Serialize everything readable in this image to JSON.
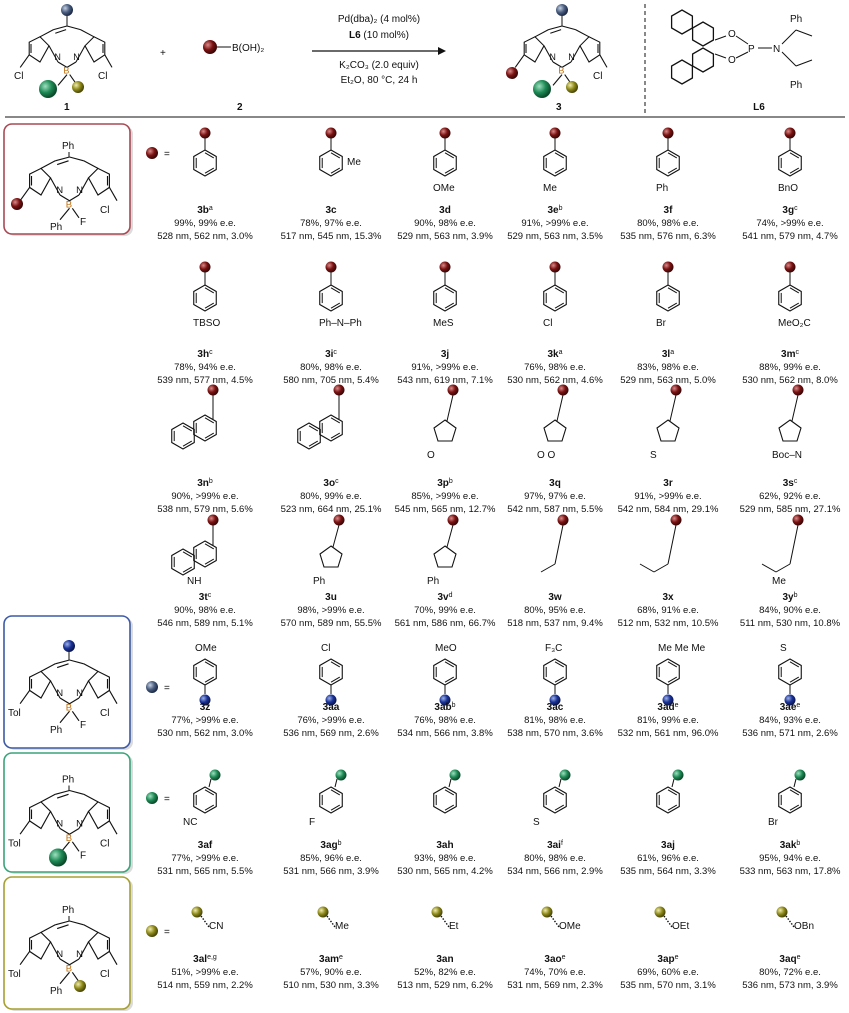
{
  "colors": {
    "ball_red": "#7a1212",
    "ball_blue": "#1a3399",
    "ball_green": "#1e8a55",
    "ball_olive": "#8e8a1a",
    "frame_red": "#a84a55",
    "frame_blue": "#3d5aa8",
    "frame_green": "#3aa37a",
    "frame_olive": "#a6a030"
  },
  "scheme": {
    "reagent_top": "Pd(dba)₂ (4 mol%)",
    "reagent_bold": "L6",
    "reagent_bold_after": " (10 mol%)",
    "cond1": "K₂CO₃ (2.0 equiv)",
    "cond2": "Et₂O, 80 °C, 24 h",
    "boronic": "B(OH)₂",
    "plus": "+",
    "lab1": "1",
    "lab2": "2",
    "lab3": "3",
    "labL6": "L6",
    "cl": "Cl",
    "b": "B",
    "n": "N",
    "o": "O",
    "p": "P",
    "ph": "Ph"
  },
  "equals": "=",
  "panel_labels": {
    "ph": "Ph",
    "f": "F",
    "cl": "Cl",
    "tol": "Tol",
    "b": "B",
    "n": "N"
  },
  "rows": [
    {
      "items": [
        {
          "id": "3b",
          "sup": "a",
          "sub": "",
          "line1": "99%, 99% e.e.",
          "line2": "528 nm, 562 nm, 3.0%"
        },
        {
          "id": "3c",
          "sup": "",
          "sub": "Me",
          "line1": "78%, 97% e.e.",
          "line2": "517 nm, 545 nm, 15.3%"
        },
        {
          "id": "3d",
          "sup": "",
          "sub": "OMe",
          "line1": "90%, 98% e.e.",
          "line2": "529 nm, 563 nm, 3.9%"
        },
        {
          "id": "3e",
          "sup": "b",
          "sub": "Me",
          "line1": "91%, >99% e.e.",
          "line2": "529 nm, 563 nm, 3.5%"
        },
        {
          "id": "3f",
          "sup": "",
          "sub": "Ph",
          "line1": "80%, 98% e.e.",
          "line2": "535 nm, 576 nm, 6.3%"
        },
        {
          "id": "3g",
          "sup": "c",
          "sub": "BnO",
          "line1": "74%, >99% e.e.",
          "line2": "541 nm, 579 nm, 4.7%"
        }
      ]
    },
    {
      "items": [
        {
          "id": "3h",
          "sup": "c",
          "sub": "TBSO",
          "line1": "78%, 94% e.e.",
          "line2": "539 nm, 577 nm, 4.5%"
        },
        {
          "id": "3i",
          "sup": "c",
          "sub": "Ph–N–Ph",
          "line1": "80%, 98% e.e.",
          "line2": "580 nm, 705 nm, 5.4%"
        },
        {
          "id": "3j",
          "sup": "",
          "sub": "MeS",
          "line1": "91%, >99% e.e.",
          "line2": "543 nm, 619 nm, 7.1%"
        },
        {
          "id": "3k",
          "sup": "a",
          "sub": "Cl",
          "line1": "76%, 98% e.e.",
          "line2": "530 nm, 562 nm, 4.6%"
        },
        {
          "id": "3l",
          "sup": "a",
          "sub": "Br",
          "line1": "83%, 98% e.e.",
          "line2": "529 nm, 563 nm, 5.0%"
        },
        {
          "id": "3m",
          "sup": "c",
          "sub": "MeO₂C",
          "line1": "88%, 99% e.e.",
          "line2": "530 nm, 562 nm, 8.0%"
        }
      ]
    },
    {
      "items": [
        {
          "id": "3n",
          "sup": "b",
          "sub": "",
          "line1": "90%, >99% e.e.",
          "line2": "538 nm, 579 nm, 5.6%"
        },
        {
          "id": "3o",
          "sup": "c",
          "sub": "",
          "line1": "80%, 99% e.e.",
          "line2": "523 nm, 664 nm, 25.1%"
        },
        {
          "id": "3p",
          "sup": "b",
          "sub": "O",
          "line1": "85%, >99% e.e.",
          "line2": "545 nm, 565 nm, 12.7%"
        },
        {
          "id": "3q",
          "sup": "",
          "sub": "O  O",
          "line1": "97%, 97% e.e.",
          "line2": "542 nm, 587 nm, 5.5%"
        },
        {
          "id": "3r",
          "sup": "",
          "sub": "S",
          "line1": "91%, >99% e.e.",
          "line2": "542 nm, 584 nm, 29.1%"
        },
        {
          "id": "3s",
          "sup": "c",
          "sub": "Boc–N",
          "line1": "62%, 92% e.e.",
          "line2": "529 nm, 585 nm, 27.1%"
        }
      ]
    },
    {
      "items": [
        {
          "id": "3t",
          "sup": "c",
          "sub": "NH",
          "line1": "90%, 98% e.e.",
          "line2": "546 nm, 589 nm, 5.1%"
        },
        {
          "id": "3u",
          "sup": "",
          "sub": "Ph",
          "line1": "98%, >99% e.e.",
          "line2": "570 nm, 589 nm, 55.5%"
        },
        {
          "id": "3v",
          "sup": "d",
          "sub": "Ph",
          "line1": "70%, 99% e.e.",
          "line2": "561 nm, 586 nm, 66.7%"
        },
        {
          "id": "3w",
          "sup": "",
          "sub": "",
          "line1": "80%, 95% e.e.",
          "line2": "518 nm, 537 nm, 9.4%"
        },
        {
          "id": "3x",
          "sup": "",
          "sub": "",
          "line1": "68%, 91% e.e.",
          "line2": "512 nm, 532 nm, 10.5%"
        },
        {
          "id": "3y",
          "sup": "b",
          "sub": "Me",
          "line1": "84%, 90% e.e.",
          "line2": "511 nm, 530 nm, 10.8%"
        }
      ]
    },
    {
      "items": [
        {
          "id": "3z",
          "sup": "",
          "sub": "OMe",
          "line1": "77%, >99% e.e.",
          "line2": "530 nm, 562 nm, 3.0%"
        },
        {
          "id": "3aa",
          "sup": "",
          "sub": "Cl",
          "line1": "76%, >99% e.e.",
          "line2": "536 nm, 569 nm, 2.6%"
        },
        {
          "id": "3ab",
          "sup": "b",
          "sub": "MeO",
          "line1": "76%, 98% e.e.",
          "line2": "534 nm, 566 nm, 3.8%"
        },
        {
          "id": "3ac",
          "sup": "",
          "sub": "F₃C",
          "line1": "81%, 98% e.e.",
          "line2": "538 nm, 570 nm, 3.6%"
        },
        {
          "id": "3ad",
          "sup": "e",
          "sub": "Me  Me  Me",
          "line1": "81%, 99% e.e.",
          "line2": "532 nm, 561 nm, 96.0%"
        },
        {
          "id": "3ae",
          "sup": "e",
          "sub": "S",
          "line1": "84%, 93% e.e.",
          "line2": "536 nm, 571 nm, 2.6%"
        }
      ]
    },
    {
      "items": [
        {
          "id": "3af",
          "sup": "",
          "sub": "NC",
          "line1": "77%, >99% e.e.",
          "line2": "531 nm, 565 nm, 5.5%"
        },
        {
          "id": "3ag",
          "sup": "b",
          "sub": "F",
          "line1": "85%, 96% e.e.",
          "line2": "531 nm, 566 nm, 3.9%"
        },
        {
          "id": "3ah",
          "sup": "",
          "sub": "",
          "line1": "93%, 98% e.e.",
          "line2": "530 nm, 565 nm, 4.2%"
        },
        {
          "id": "3ai",
          "sup": "f",
          "sub": "S",
          "line1": "80%, 98% e.e.",
          "line2": "534 nm, 566 nm, 2.9%"
        },
        {
          "id": "3aj",
          "sup": "",
          "sub": "",
          "line1": "61%, 96% e.e.",
          "line2": "535 nm, 564 nm, 3.3%"
        },
        {
          "id": "3ak",
          "sup": "b",
          "sub": "Br",
          "line1": "95%, 94% e.e.",
          "line2": "533 nm, 563 nm, 17.8%"
        }
      ]
    },
    {
      "items": [
        {
          "id": "3al",
          "sup": "e,g",
          "sub": "CN",
          "line1": "51%, >99% e.e.",
          "line2": "514 nm, 559 nm, 2.2%"
        },
        {
          "id": "3am",
          "sup": "e",
          "sub": "Me",
          "line1": "57%, 90% e.e.",
          "line2": "510 nm, 530 nm, 3.3%"
        },
        {
          "id": "3an",
          "sup": "",
          "sub": "Et",
          "line1": "52%, 82% e.e.",
          "line2": "513 nm, 529 nm, 6.2%"
        },
        {
          "id": "3ao",
          "sup": "e",
          "sub": "OMe",
          "line1": "74%, 70% e.e.",
          "line2": "531 nm, 569 nm, 2.3%"
        },
        {
          "id": "3ap",
          "sup": "e",
          "sub": "OEt",
          "line1": "69%, 60% e.e.",
          "line2": "535 nm, 570 nm, 3.1%"
        },
        {
          "id": "3aq",
          "sup": "e",
          "sub": "OBn",
          "line1": "80%, 72% e.e.",
          "line2": "536 nm, 573 nm, 3.9%"
        }
      ]
    }
  ]
}
